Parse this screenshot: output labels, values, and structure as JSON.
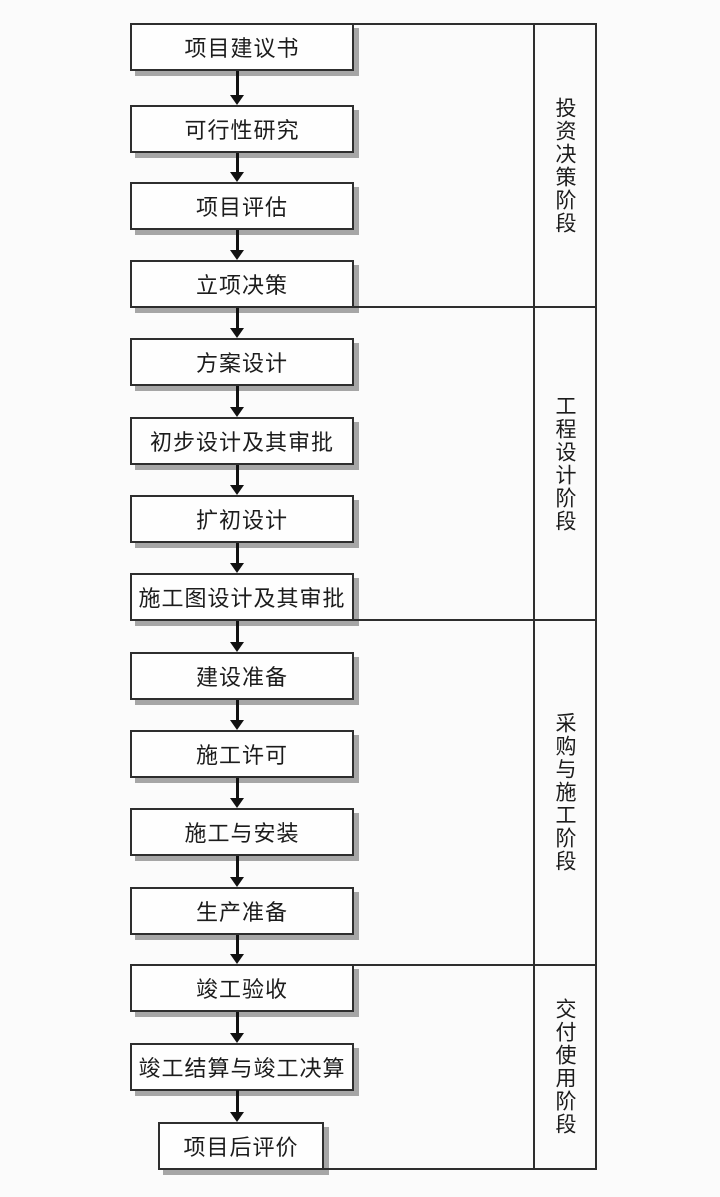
{
  "diagram": {
    "title": "construction-project-phases-flowchart",
    "flow": {
      "steps": [
        {
          "label": "项目建议书"
        },
        {
          "label": "可行性研究"
        },
        {
          "label": "项目评估"
        },
        {
          "label": "立项决策"
        },
        {
          "label": "方案设计"
        },
        {
          "label": "初步设计及其审批"
        },
        {
          "label": "扩初设计"
        },
        {
          "label": "施工图设计及其审批"
        },
        {
          "label": "建设准备"
        },
        {
          "label": "施工许可"
        },
        {
          "label": "施工与安装"
        },
        {
          "label": "生产准备"
        },
        {
          "label": "竣工验收"
        },
        {
          "label": "竣工结算与竣工决算"
        },
        {
          "label": "项目后评价"
        }
      ]
    },
    "phases": [
      {
        "label": "投资决策阶段",
        "steps_covered": [
          "项目建议书",
          "可行性研究",
          "项目评估",
          "立项决策"
        ]
      },
      {
        "label": "工程设计阶段",
        "steps_covered": [
          "方案设计",
          "初步设计及其审批",
          "扩初设计",
          "施工图设计及其审批"
        ]
      },
      {
        "label": "采购与施工阶段",
        "steps_covered": [
          "建设准备",
          "施工许可",
          "施工与安装",
          "生产准备"
        ]
      },
      {
        "label": "交付使用阶段",
        "steps_covered": [
          "竣工验收",
          "竣工结算与竣工决算",
          "项目后评价"
        ]
      }
    ],
    "colors": {
      "background": "#fbfbfb",
      "box_fill": "#fefefe",
      "line": "#2e2e2e",
      "shadow": "#a6a6a6",
      "text": "#1c1c1c",
      "arrow": "#111111"
    }
  }
}
